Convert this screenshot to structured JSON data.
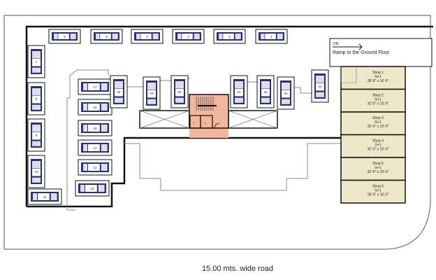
{
  "colors": {
    "shop_fill": "#ede8c8",
    "stair_core": "#f2b79b",
    "car": "#2a3170",
    "wall": "#111111",
    "site_line": "#555555"
  },
  "ramp": {
    "direction": "DN",
    "label": "Ramp to the Ground Floor"
  },
  "shops": [
    {
      "name": "Shop 1",
      "floors": "G+1",
      "size": "28'-0\" x 16'-0\""
    },
    {
      "name": "Shop 2",
      "floors": "G+1",
      "size": "32'-0\" x 10'-0\""
    },
    {
      "name": "Shop 3",
      "floors": "G+1",
      "size": "32'-0\" x 10'-0\""
    },
    {
      "name": "Shop 4",
      "floors": "G+1",
      "size": "32'-0\" x 10'-0\""
    },
    {
      "name": "Shop 5",
      "floors": "G+1",
      "size": "32'-0\" x 10'-0\""
    },
    {
      "name": "Shop 6",
      "floors": "G+1",
      "size": "28'-0\" x 16'-0\""
    }
  ],
  "parking": {
    "slots": [
      "6",
      "5",
      "4",
      "3",
      "2",
      "1",
      "7",
      "8",
      "9",
      "10",
      "11",
      "17",
      "16",
      "15",
      "14",
      "13",
      "12",
      "18",
      "19",
      "20",
      "21",
      "22",
      "23",
      "24"
    ]
  },
  "lifts": [
    "L",
    "L"
  ],
  "road": {
    "label": "15.00 mts. wide road"
  }
}
